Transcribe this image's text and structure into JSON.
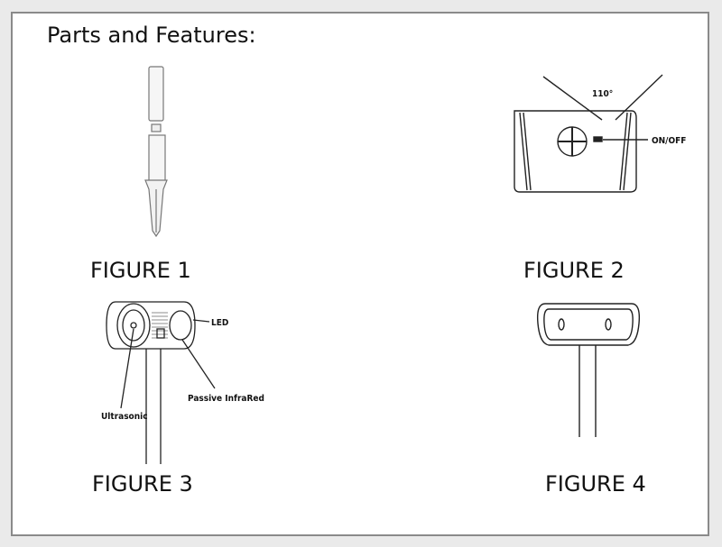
{
  "page": {
    "title": "Parts and Features:"
  },
  "figures": [
    {
      "label": "FIGURE 1"
    },
    {
      "label": "FIGURE 2",
      "angle_label": "110°",
      "switch_label": "ON/OFF"
    },
    {
      "label": "FIGURE 3",
      "led_label": "LED",
      "pir_label": "Passive InfraRed",
      "ultrasonic_label": "Ultrasonic"
    },
    {
      "label": "FIGURE 4"
    }
  ]
}
